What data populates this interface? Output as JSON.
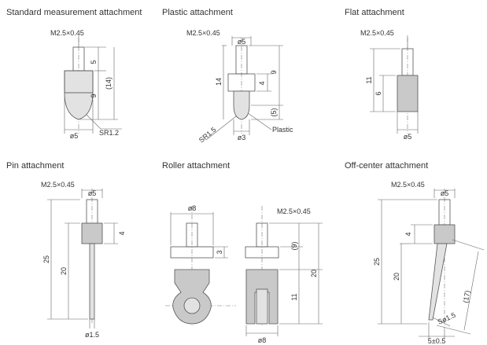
{
  "panels": [
    {
      "title": "Standard measurement attachment",
      "labels": {
        "thread": "M2.5×0.45",
        "dim_5": "5",
        "dim_14": "(14)",
        "dim_9": "9",
        "dia": "ø5",
        "radius": "SR1.2"
      }
    },
    {
      "title": "Plastic attachment",
      "labels": {
        "thread": "M2.5×0.45",
        "dia_top": "ø5",
        "dim_9": "9",
        "dim_14": "14",
        "dim_4": "4",
        "dim_5": "(5)",
        "radius": "SR1.5",
        "dia_tip": "ø3",
        "material": "Plastic"
      }
    },
    {
      "title": "Flat attachment",
      "labels": {
        "thread": "M2.5×0.45",
        "dim_11": "11",
        "dim_6": "6",
        "dia": "ø5"
      }
    },
    {
      "title": "Pin attachment",
      "labels": {
        "thread": "M2.5×0.45",
        "dia_top": "ø5",
        "dim_4": "4",
        "dim_25": "25",
        "dim_20": "20",
        "dia_pin": "ø1.5"
      }
    },
    {
      "title": "Roller attachment",
      "labels": {
        "dia_top": "ø8",
        "thread": "M2.5×0.45",
        "dim_3": "3",
        "dim_9": "(9)",
        "dim_20": "20",
        "dim_11": "11",
        "dia_bottom": "ø8"
      }
    },
    {
      "title": "Off-center attachment",
      "labels": {
        "thread": "M2.5×0.45",
        "dia_top": "ø5",
        "dim_4": "4",
        "dim_25": "25",
        "dim_20": "20",
        "dim_17": "(17)",
        "radius": "Sø1.5",
        "offset": "5±0.5"
      }
    }
  ],
  "colors": {
    "line": "#555555",
    "body": "#c9c9c9",
    "thread": "#b5b5b5",
    "text": "#333333"
  }
}
